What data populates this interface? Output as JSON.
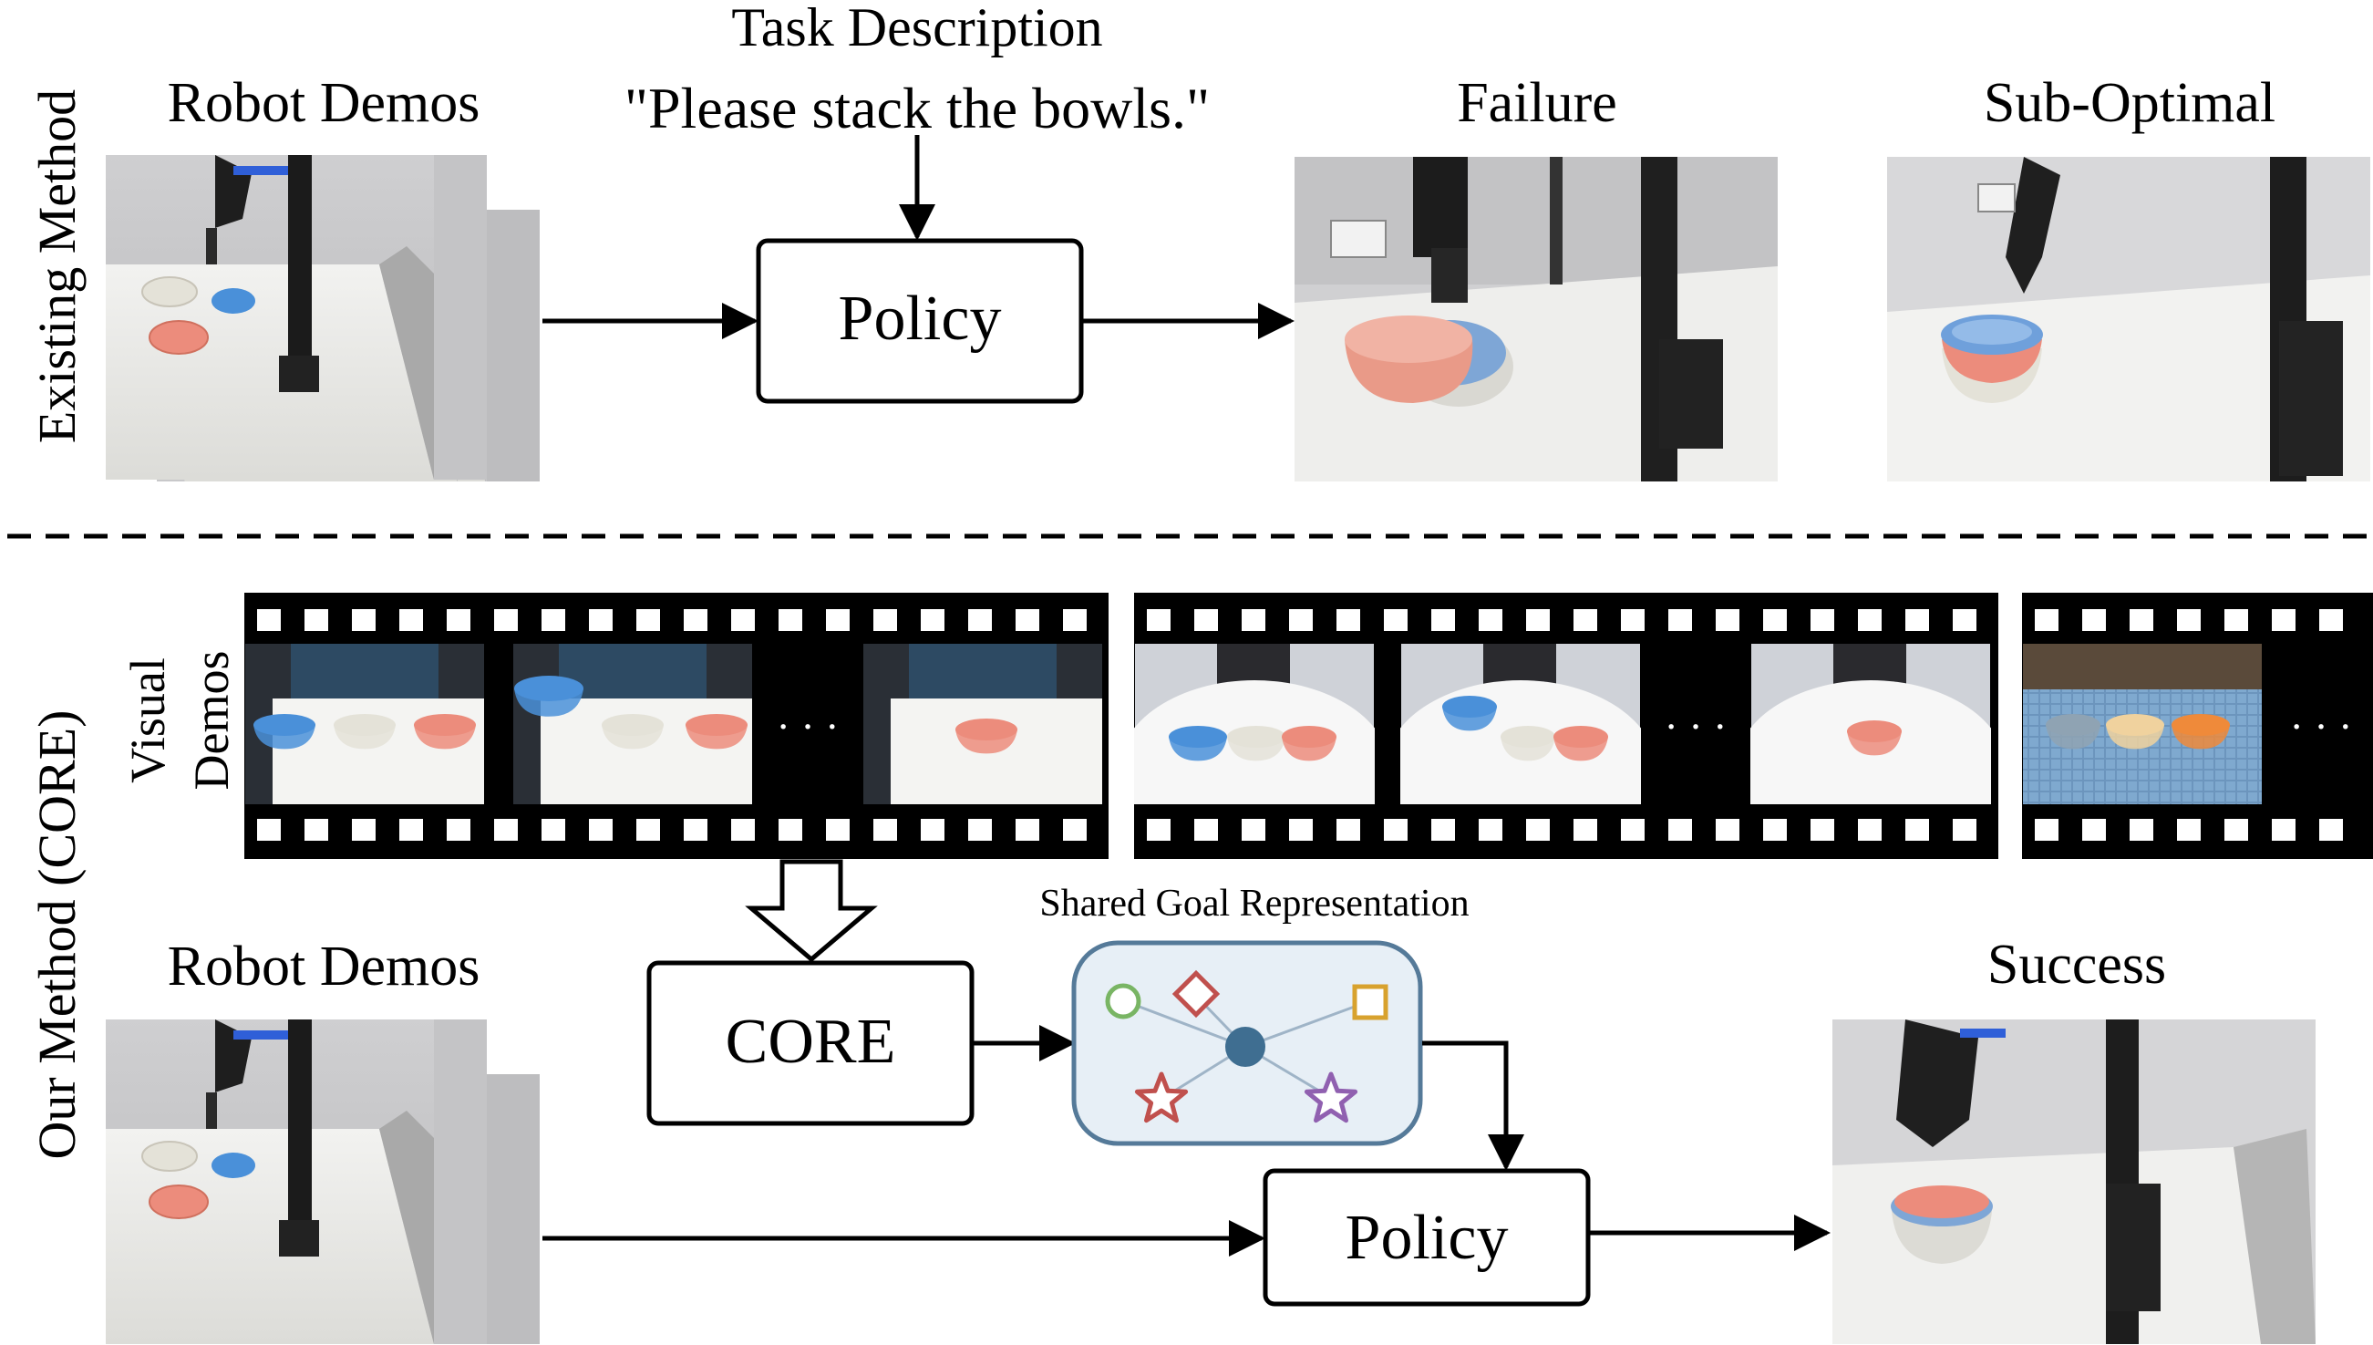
{
  "top": {
    "side_label": "Existing Method",
    "robot_demos_label": "Robot Demos",
    "task_title": "Task Description",
    "task_quote": "\"Please stack the bowls.\"",
    "policy_label": "Policy",
    "failure_label": "Failure",
    "suboptimal_label": "Sub-Optimal"
  },
  "bottom": {
    "side_label": "Our Method (CORE)",
    "visual_demos_line1": "Visual",
    "visual_demos_line2": "Demos",
    "ellipsis": "· · ·",
    "robot_demos_label": "Robot Demos",
    "core_label": "CORE",
    "shared_goal_label": "Shared Goal Representation",
    "policy_label": "Policy",
    "success_label": "Success"
  },
  "colors": {
    "blue_bowl": "#4a90d9",
    "white_bowl": "#e4e2d8",
    "pink_bowl": "#ec8c7c",
    "orange_bowl": "#ef8a3a",
    "goal_box_fill": "#e7eff6",
    "goal_box_stroke": "#557a99",
    "center_node": "#3f6e91",
    "circle_icon": "#79b564",
    "diamond_icon": "#c0504d",
    "square_icon": "#d8a22e",
    "star_red_icon": "#c0504d",
    "star_purple_icon": "#9060b0"
  }
}
